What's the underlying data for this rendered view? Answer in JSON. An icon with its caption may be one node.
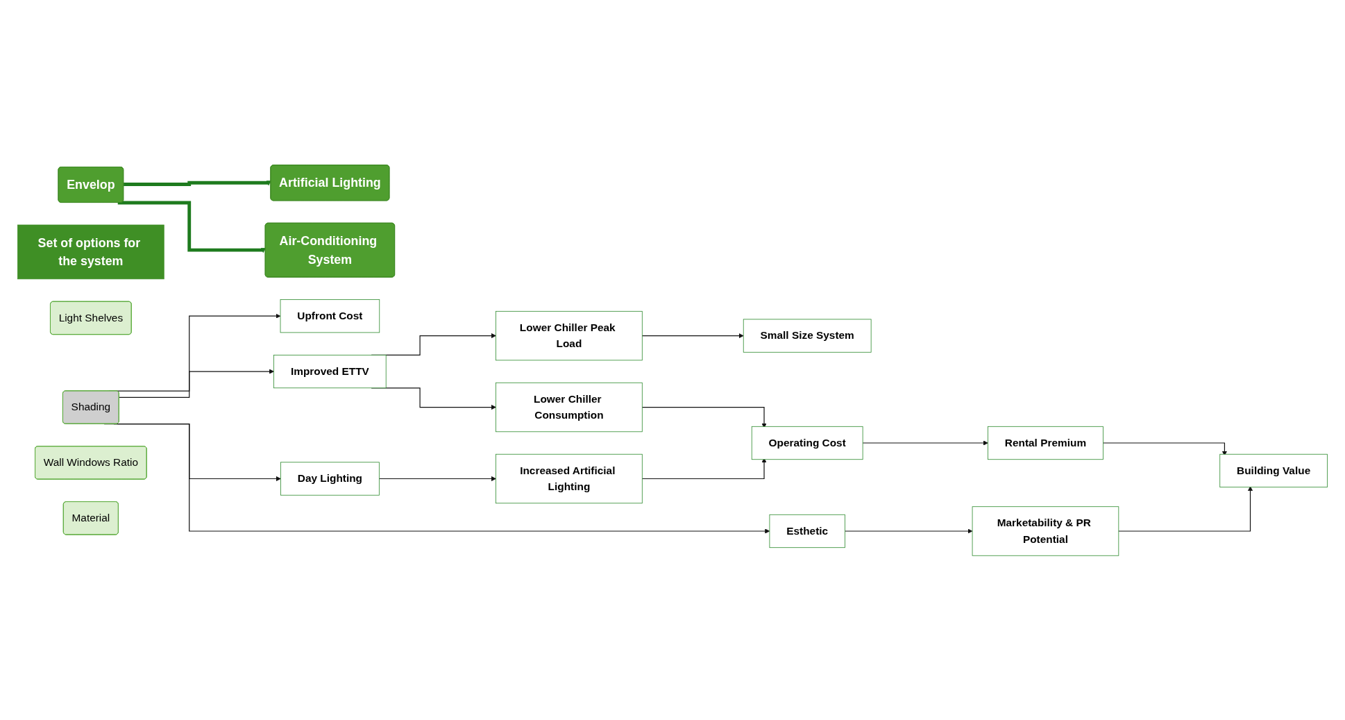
{
  "diagram": {
    "nodes": [
      {
        "text": [
          "Envelop"
        ]
      },
      {
        "text": [
          "Artificial Lighting"
        ]
      },
      {
        "text": [
          "Air-Conditioning System"
        ]
      },
      {
        "text": [
          "Set of options for the system"
        ]
      },
      {
        "text": [
          "Light Shelves"
        ]
      },
      {
        "text": [
          "Shading"
        ]
      },
      {
        "text": [
          "Wall Windows Ratio"
        ]
      },
      {
        "text": [
          "Material"
        ]
      },
      {
        "text": [
          "Upfront Cost"
        ]
      },
      {
        "text": [
          "Improved ETTV"
        ]
      },
      {
        "text": [
          "Day Lighting"
        ]
      },
      {
        "text": [
          "Esthetic"
        ]
      },
      {
        "text": [
          "Lower Chiller Peak Load"
        ]
      },
      {
        "text": [
          "Lower Chiller Consumption"
        ]
      },
      {
        "text": [
          "Increased Artificial Lighting"
        ]
      },
      {
        "text": [
          "Marketability & PR Potential"
        ]
      },
      {
        "text": [
          "Small Size System"
        ]
      },
      {
        "text": [
          "Operating Cost"
        ]
      },
      {
        "text": [
          "Rental Premium"
        ]
      },
      {
        "text": [
          "Building Value"
        ]
      }
    ],
    "edges": [
      {
        "from": 0,
        "to": 1,
        "arrow": "to",
        "style": "thick",
        "color": "#1e7b1e"
      },
      {
        "from": 0,
        "to": 2,
        "arrow": "to",
        "style": "thick",
        "color": "#1e7b1e"
      },
      {
        "from": 5,
        "to": 8,
        "arrow": "to"
      },
      {
        "from": 5,
        "to": 9,
        "arrow": "to"
      },
      {
        "from": 5,
        "to": 10,
        "arrow": "to"
      },
      {
        "from": 5,
        "to": 11,
        "arrow": "to"
      },
      {
        "from": 9,
        "to": 12,
        "arrow": "to"
      },
      {
        "from": 9,
        "to": 13,
        "arrow": "to"
      },
      {
        "from": 10,
        "to": 14,
        "arrow": "to"
      },
      {
        "from": 11,
        "to": 15,
        "arrow": "to"
      },
      {
        "from": 12,
        "to": 16,
        "arrow": "to"
      },
      {
        "from": 13,
        "to": 17,
        "arrow": "to"
      },
      {
        "from": 14,
        "to": 17,
        "arrow": "to"
      },
      {
        "from": 17,
        "to": 18,
        "arrow": "to"
      },
      {
        "from": 18,
        "to": 19,
        "arrow": "to"
      },
      {
        "from": 15,
        "to": 19,
        "arrow": "to"
      }
    ]
  }
}
